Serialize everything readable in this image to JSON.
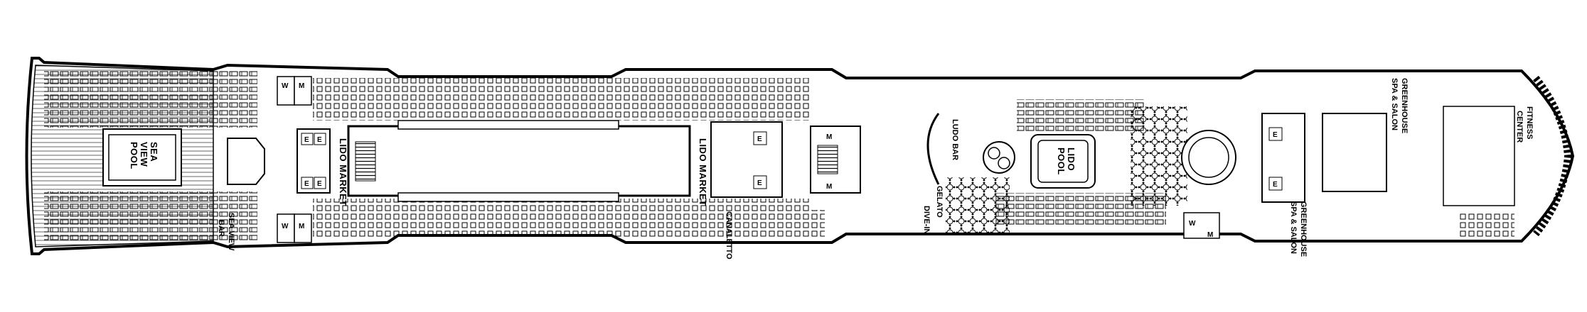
{
  "labels": {
    "sea_view_pool": [
      "SEA",
      "VIEW",
      "POOL"
    ],
    "sea_view_bar": [
      "SEA VIEW",
      "BAR"
    ],
    "lido_market_left": "LIDO MARKET",
    "lido_market_right": "LIDO MARKET",
    "canaletto": "CANALETTO",
    "ludo_bar": "LUDO BAR",
    "lido_pool": [
      "LIDO",
      "POOL"
    ],
    "gelato": "GELATO",
    "dive_in": "DIVE-IN",
    "greenhouse_top": [
      "GREENHOUSE",
      "SPA & SALON"
    ],
    "greenhouse_bottom": [
      "GREENHOUSE",
      "SPA & SALON"
    ],
    "fitness_center": [
      "FITNESS",
      "CENTER"
    ]
  },
  "room_tags": {
    "women": "W",
    "men": "M",
    "elevator": "E"
  },
  "icons": {
    "accessible": "wheelchair-icon",
    "stairs": "stairs-icon",
    "lounger": "sun-lounger-icon",
    "fitness": "dumbbell-icon"
  }
}
